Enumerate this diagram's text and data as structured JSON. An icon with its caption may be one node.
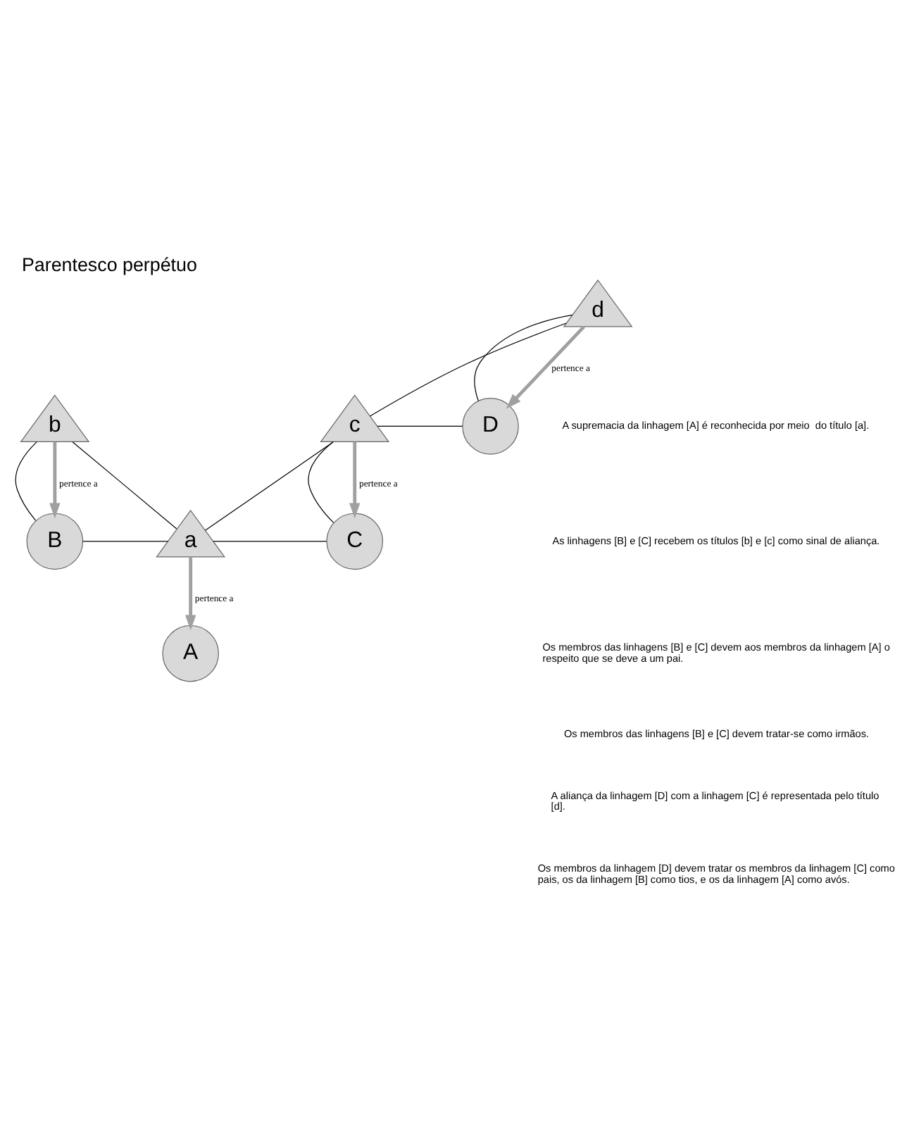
{
  "diagram": {
    "title": "Parentesco perpétuo",
    "nodes": [
      {
        "text": [
          "A"
        ]
      },
      {
        "text": [
          "B"
        ]
      },
      {
        "text": [
          "a"
        ]
      },
      {
        "text": [
          "C"
        ]
      },
      {
        "text": [
          "b"
        ]
      },
      {
        "text": [
          "c"
        ]
      },
      {
        "text": [
          "D"
        ]
      },
      {
        "text": [
          "d"
        ]
      }
    ],
    "edges": [
      {
        "from": 2,
        "to": 0,
        "arrow": "to",
        "label": "pertence a",
        "style": "thick",
        "color": "#a0a0a0"
      },
      {
        "from": 1,
        "to": 2,
        "arrow": "none"
      },
      {
        "from": 2,
        "to": 3,
        "arrow": "none"
      },
      {
        "from": 4,
        "to": 1,
        "arrow": "none"
      },
      {
        "from": 4,
        "to": 2,
        "arrow": "none"
      },
      {
        "from": 5,
        "to": 2,
        "arrow": "none"
      },
      {
        "from": 5,
        "to": 3,
        "arrow": "none"
      },
      {
        "from": 4,
        "to": 1,
        "arrow": "to",
        "label": "pertence a",
        "style": "thick",
        "color": "#a0a0a0"
      },
      {
        "from": 5,
        "to": 3,
        "arrow": "to",
        "label": "pertence a",
        "style": "thick",
        "color": "#a0a0a0"
      },
      {
        "from": 5,
        "to": 6,
        "arrow": "none"
      },
      {
        "from": 7,
        "to": 5,
        "arrow": "none"
      },
      {
        "from": 7,
        "to": 6,
        "arrow": "none"
      },
      {
        "from": 7,
        "to": 6,
        "arrow": "to",
        "label": "pertence a",
        "style": "thick",
        "color": "#a0a0a0"
      }
    ],
    "labels": [
      "A supremacia da linhagem [A] é reconhecida por meio  do título [a].",
      "As linhagens [B] e [C] recebem os títulos [b] e [c] como sinal de aliança.",
      "Os membros das linhagens [B] e [C] devem aos membros da linhagem [A] o respeito que se deve a um pai.",
      "Os membros das linhagens [B] e [C] devem tratar-se como irmãos.",
      "A aliança da linhagem [D] com a linhagem [C] é representada pelo título [d].",
      "Os membros da linhagem [D] devem tratar os membros da linhagem [C] como pais, os da linhagem [B] como tios, e os da linhagem [A] como avós."
    ]
  }
}
